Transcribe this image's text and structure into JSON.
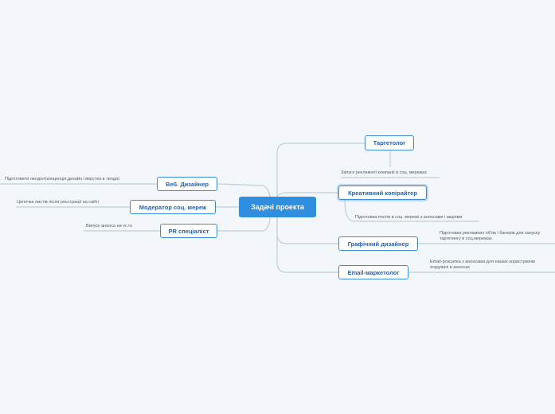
{
  "diagram": {
    "central_topic": "Задачі проекта",
    "right_branches": [
      {
        "label": "Таргетолог",
        "note": "Запуск рекламної компанії в соц. мережах"
      },
      {
        "label": "Креативний копірайтер",
        "note": "Підготовка постів в соц. мережі з анонсами і акціями"
      },
      {
        "label": "Графічний дизайнер",
        "note": "Підготовка рекламних об'яв і банерів для запуску таргетингу в соц.мережах."
      },
      {
        "label": "Email-маркетолог",
        "note": "Email-розсилка з анонсами для наших користувачів згадувачі в анонсах"
      }
    ],
    "left_branches": [
      {
        "label": "Веб. Дизайнер",
        "note": "Підготовити лендінг(концепція,дизайн і верстка в тилда)"
      },
      {
        "label": "Модератор соц. мереж",
        "note": "Цепочка листів після реєстрації на сайті"
      },
      {
        "label": "PR спеціаліст",
        "note": "Випуск анонса на vc.ru"
      }
    ],
    "colors": {
      "background": "#f3f6fb",
      "central_fill": "#2f8ee0",
      "node_border": "#3b8ad8",
      "node_text": "#2563a8",
      "connector": "#c5ccd6"
    }
  }
}
